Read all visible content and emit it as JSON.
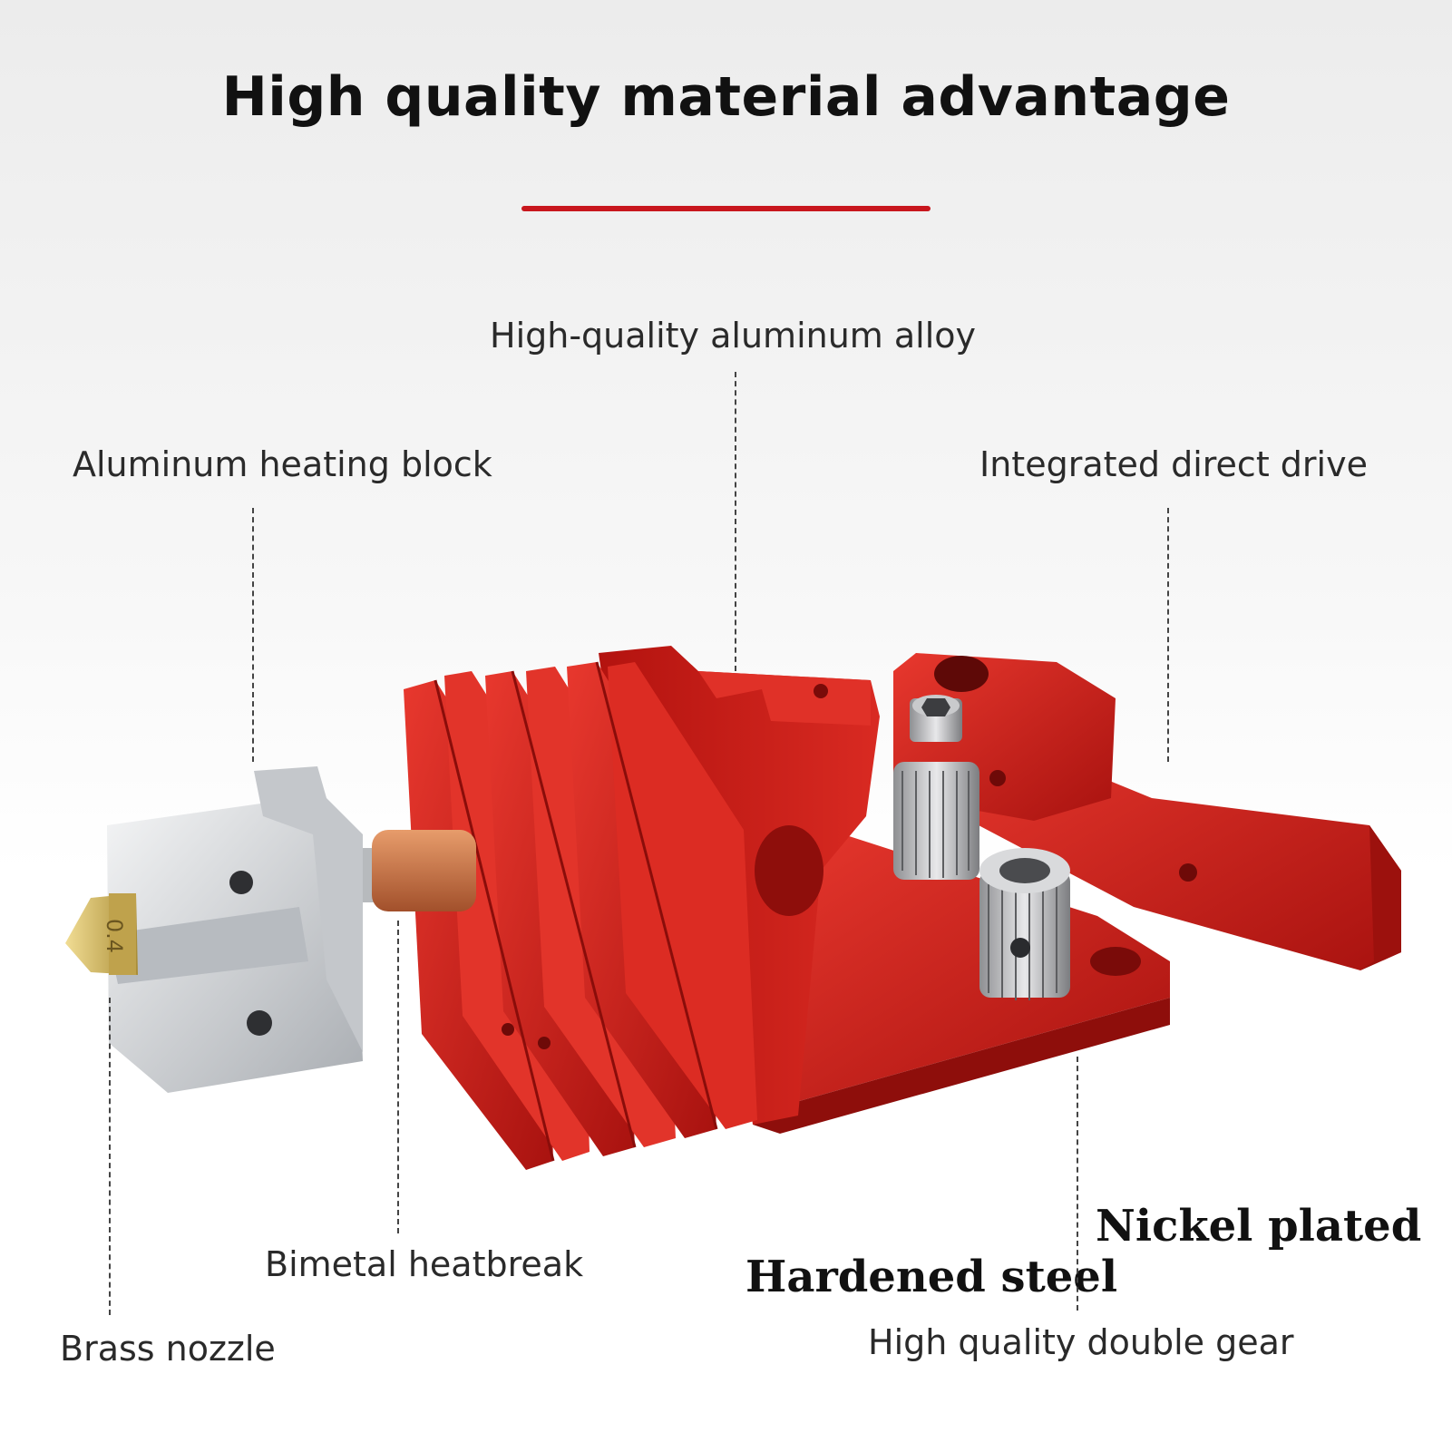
{
  "title": "High quality material advantage",
  "colors": {
    "accent": "#c8161d",
    "aluminum_red": "#d3221c",
    "silver": "#d7d9dc",
    "brass": "#cdb35a",
    "copper": "#c96f3e"
  },
  "labels": {
    "aluminum_alloy": "High-quality aluminum alloy",
    "heating_block": "Aluminum heating block",
    "direct_drive": "Integrated direct drive",
    "heatbreak": "Bimetal heatbreak",
    "nozzle": "Brass nozzle",
    "nickel_plated": "Nickel plated",
    "hardened_steel": "Hardened steel",
    "double_gear": "High quality double gear"
  },
  "nozzle_marking": "0.4"
}
